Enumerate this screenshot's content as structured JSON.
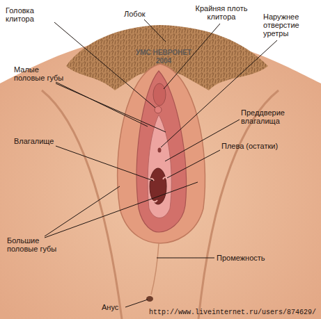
{
  "diagram": {
    "labels": [
      "Головка клитора",
      "Лобок",
      "Крайняя плоть клитора",
      "Наружнее отверстие уретры",
      "Малые половые губы",
      "Преддверие влагалища",
      "Влагалище",
      "Плева (остатки)",
      "Большие половые губы",
      "Промежность",
      "Анус",
      "http://www.liveinternet.ru/users/874629/",
      "УМС НЕВРОНЕТ",
      "2004"
    ]
  }
}
